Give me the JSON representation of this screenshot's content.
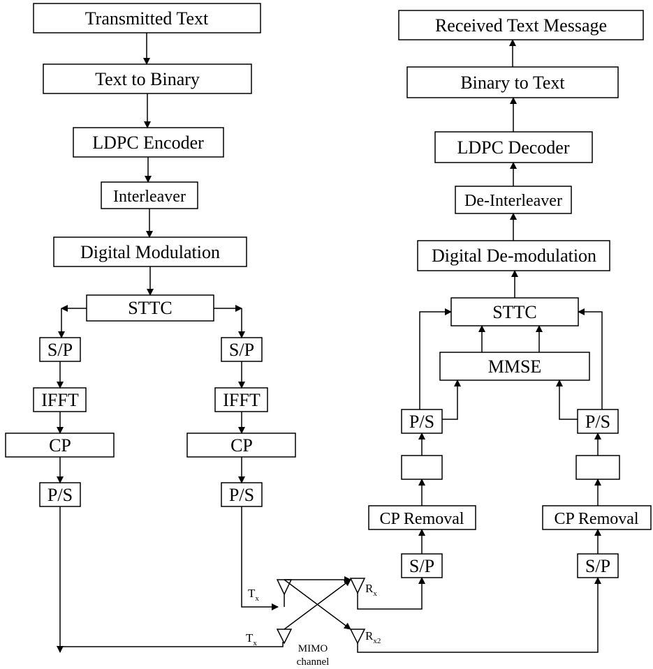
{
  "transmitter": {
    "transmitted_text": "Transmitted Text",
    "text_to_binary": "Text to Binary",
    "ldpc_encoder": "LDPC Encoder",
    "interleaver": "Interleaver",
    "digital_modulation": "Digital Modulation",
    "sttc": "STTC",
    "branch_left": {
      "sp": "S/P",
      "ifft": "IFFT",
      "cp": "CP",
      "ps": "P/S"
    },
    "branch_right": {
      "sp": "S/P",
      "ifft": "IFFT",
      "cp": "CP",
      "ps": "P/S"
    }
  },
  "receiver": {
    "received_text": "Received Text Message",
    "binary_to_text": "Binary to Text",
    "ldpc_decoder": "LDPC Decoder",
    "deinterleaver": "De-Interleaver",
    "digital_demodulation": "Digital De-modulation",
    "sttc": "STTC",
    "mmse": "MMSE",
    "branch_left": {
      "ps": "P/S",
      "fft": "",
      "cp_removal": "CP Removal",
      "sp": "S/P"
    },
    "branch_right": {
      "ps": "P/S",
      "fft": "",
      "cp_removal": "CP Removal",
      "sp": "S/P"
    }
  },
  "channel": {
    "tx1_main": "T",
    "tx1_sub": "x",
    "tx2_main": "T",
    "tx2_sub": "x",
    "rx1_main": "R",
    "rx1_sub": "x",
    "rx2_main": "R",
    "rx2_sub": "x2",
    "mimo_line1": "MIMO",
    "mimo_line2": "channel"
  }
}
